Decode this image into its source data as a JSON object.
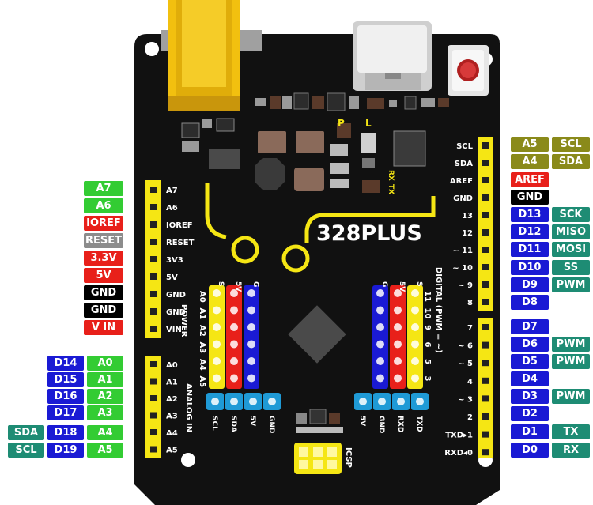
{
  "board": {
    "name": "328PLUS",
    "marks": {
      "P": "P",
      "L": "L",
      "RX": "RX",
      "TX": "TX",
      "icsp": "ICSP"
    },
    "headers": {
      "power": [
        "A7",
        "A6",
        "IOREF",
        "RESET",
        "3V3",
        "5V",
        "GND",
        "GND",
        "VIN"
      ],
      "analog": [
        "A0",
        "A1",
        "A2",
        "A3",
        "A4",
        "A5"
      ],
      "top_right": [
        "SCL",
        "SDA",
        "AREF",
        "GND",
        "13",
        "12",
        "~ 11",
        "~ 10",
        "~ 9",
        "8"
      ],
      "bottom_right": [
        "7",
        "~ 6",
        "~ 5",
        "4",
        "~ 3",
        "2",
        "TXD▸1",
        "RXD◂0"
      ],
      "section_power": "POWER",
      "section_analog": "ANALOG  IN",
      "section_digital": "DIGITAL  (PWM = ~)"
    },
    "sensor_left": {
      "rows": [
        "A0",
        "A1",
        "A2",
        "A3",
        "A4",
        "A5"
      ],
      "cols": [
        "S",
        "5V",
        "G"
      ],
      "bottom": [
        "SCL",
        "SDA",
        "5V",
        "GND"
      ]
    },
    "sensor_right": {
      "rows": [
        "11",
        "10",
        "9",
        "6",
        "5",
        "3"
      ],
      "cols": [
        "G",
        "5V",
        "S"
      ],
      "bottom": [
        "5V",
        "GND",
        "RXD",
        "TXD"
      ]
    }
  },
  "left_labels": [
    {
      "cols": [
        {
          "text": "A7",
          "color": "#33cc33"
        }
      ]
    },
    {
      "cols": [
        {
          "text": "A6",
          "color": "#33cc33"
        }
      ]
    },
    {
      "cols": [
        {
          "text": "IOREF",
          "color": "#e8201a"
        }
      ]
    },
    {
      "cols": [
        {
          "text": "RESET",
          "color": "#8c8c8c"
        }
      ]
    },
    {
      "cols": [
        {
          "text": "3.3V",
          "color": "#e8201a"
        }
      ]
    },
    {
      "cols": [
        {
          "text": "5V",
          "color": "#e8201a"
        }
      ]
    },
    {
      "cols": [
        {
          "text": "GND",
          "color": "#000000"
        }
      ]
    },
    {
      "cols": [
        {
          "text": "GND",
          "color": "#000000"
        }
      ]
    },
    {
      "cols": [
        {
          "text": "V IN",
          "color": "#e8201a"
        }
      ]
    },
    {
      "cols": [
        {
          "text": "D14",
          "color": "#1a1ad4"
        },
        {
          "text": "A0",
          "color": "#33cc33"
        }
      ]
    },
    {
      "cols": [
        {
          "text": "D15",
          "color": "#1a1ad4"
        },
        {
          "text": "A1",
          "color": "#33cc33"
        }
      ]
    },
    {
      "cols": [
        {
          "text": "D16",
          "color": "#1a1ad4"
        },
        {
          "text": "A2",
          "color": "#33cc33"
        }
      ]
    },
    {
      "cols": [
        {
          "text": "D17",
          "color": "#1a1ad4"
        },
        {
          "text": "A3",
          "color": "#33cc33"
        }
      ]
    },
    {
      "cols": [
        {
          "text": "SDA",
          "color": "#1e8c74"
        },
        {
          "text": "D18",
          "color": "#1a1ad4"
        },
        {
          "text": "A4",
          "color": "#33cc33"
        }
      ]
    },
    {
      "cols": [
        {
          "text": "SCL",
          "color": "#1e8c74"
        },
        {
          "text": "D19",
          "color": "#1a1ad4"
        },
        {
          "text": "A5",
          "color": "#33cc33"
        }
      ]
    }
  ],
  "right_labels": [
    {
      "cols": [
        {
          "text": "A5",
          "color": "#8a8a1a"
        },
        {
          "text": "SCL",
          "color": "#8a8a1a"
        }
      ]
    },
    {
      "cols": [
        {
          "text": "A4",
          "color": "#8a8a1a"
        },
        {
          "text": "SDA",
          "color": "#8a8a1a"
        }
      ]
    },
    {
      "cols": [
        {
          "text": "AREF",
          "color": "#e8201a"
        }
      ]
    },
    {
      "cols": [
        {
          "text": "GND",
          "color": "#000000"
        }
      ]
    },
    {
      "cols": [
        {
          "text": "D13",
          "color": "#1a1ad4"
        },
        {
          "text": "SCK",
          "color": "#1e8c74"
        }
      ]
    },
    {
      "cols": [
        {
          "text": "D12",
          "color": "#1a1ad4"
        },
        {
          "text": "MISO",
          "color": "#1e8c74"
        }
      ]
    },
    {
      "cols": [
        {
          "text": "D11",
          "color": "#1a1ad4"
        },
        {
          "text": "MOSI",
          "color": "#1e8c74"
        }
      ]
    },
    {
      "cols": [
        {
          "text": "D10",
          "color": "#1a1ad4"
        },
        {
          "text": "SS",
          "color": "#1e8c74"
        }
      ]
    },
    {
      "cols": [
        {
          "text": "D9",
          "color": "#1a1ad4"
        },
        {
          "text": "PWM",
          "color": "#1e8c74"
        }
      ]
    },
    {
      "cols": [
        {
          "text": "D8",
          "color": "#1a1ad4"
        }
      ]
    },
    {
      "cols": [
        {
          "text": "D7",
          "color": "#1a1ad4"
        }
      ]
    },
    {
      "cols": [
        {
          "text": "D6",
          "color": "#1a1ad4"
        },
        {
          "text": "PWM",
          "color": "#1e8c74"
        }
      ]
    },
    {
      "cols": [
        {
          "text": "D5",
          "color": "#1a1ad4"
        },
        {
          "text": "PWM",
          "color": "#1e8c74"
        }
      ]
    },
    {
      "cols": [
        {
          "text": "D4",
          "color": "#1a1ad4"
        }
      ]
    },
    {
      "cols": [
        {
          "text": "D3",
          "color": "#1a1ad4"
        },
        {
          "text": "PWM",
          "color": "#1e8c74"
        }
      ]
    },
    {
      "cols": [
        {
          "text": "D2",
          "color": "#1a1ad4"
        }
      ]
    },
    {
      "cols": [
        {
          "text": "D1",
          "color": "#1a1ad4"
        },
        {
          "text": "TX",
          "color": "#1e8c74"
        }
      ]
    },
    {
      "cols": [
        {
          "text": "D0",
          "color": "#1a1ad4"
        },
        {
          "text": "RX",
          "color": "#1e8c74"
        }
      ]
    }
  ],
  "colors": {
    "board": "#111111",
    "header": "#f5e614",
    "red_header": "#e8201a",
    "blue_header": "#1a1ad4",
    "cyan_header": "#1f9ad6",
    "usb_a": "#f2c00f",
    "silver": "#d9d9d9"
  }
}
